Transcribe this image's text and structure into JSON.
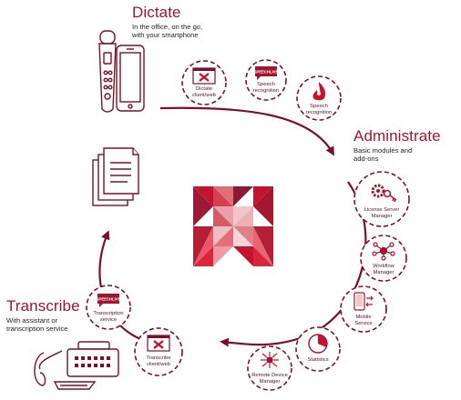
{
  "sections": {
    "dictate": {
      "title": "Dictate",
      "description": [
        "In the office, on the go,",
        "with your smartphone"
      ]
    },
    "administrate": {
      "title": "Administrate",
      "description": [
        "Basic modules and",
        "add-ons"
      ]
    },
    "transcribe": {
      "title": "Transcribe",
      "description": [
        "With assistant or",
        "transcription service"
      ]
    }
  },
  "nodes": {
    "dictate_client": [
      "Dictate",
      "client/web"
    ],
    "speech_recognition_live": [
      "Speech",
      "recognition"
    ],
    "speech_recognition": [
      "Speech",
      "recognition"
    ],
    "license_server": [
      "License Server",
      "Manager"
    ],
    "workflow_manager": [
      "Workflow",
      "Manager"
    ],
    "mobile_service": [
      "Mobile",
      "Service"
    ],
    "statistics": [
      "Statistics"
    ],
    "remote_device_manager": [
      "Remote Device",
      "Manager"
    ],
    "transcribe_client": [
      "Transcribe",
      "client/web"
    ],
    "transcription_service": [
      "Transcription",
      "service"
    ]
  },
  "speechlive_label": "SPEECHLIVE",
  "colors": {
    "brand_red": "#c4122f",
    "dark_red": "#7a1129",
    "text": "#222222"
  }
}
